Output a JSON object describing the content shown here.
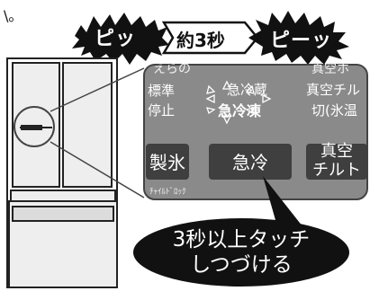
{
  "top_mark": "\\。",
  "sequence": {
    "beep_short": "ピッ",
    "duration": "約3秒",
    "beep_long": "ピーッ"
  },
  "panel": {
    "row_top_left": "えらの",
    "row_top_right": "真空ホ",
    "modes": {
      "standard": "標準",
      "stop": "停止",
      "quick_chill": "急冷蔵",
      "quick_freeze": "急冷凍",
      "vacuum_chilled": "真空チル",
      "cut_freeze": "切(氷温"
    },
    "buttons": {
      "ice": "製氷",
      "quick_cool": "急冷",
      "vacuum_chilled_line1": "真空",
      "vacuum_chilled_line2": "チルト"
    },
    "bottom_fragment": "ﾁｬｲﾙﾄﾞﾛｯｸ"
  },
  "callout": {
    "line1": "3秒以上タッチ",
    "line2": "しつづける"
  },
  "colors": {
    "panel_bg": "#8a8a8a",
    "button_bg": "#3f3f3f",
    "burst_bg": "#111111",
    "callout_bg": "#111111",
    "fridge_line": "#222222"
  }
}
